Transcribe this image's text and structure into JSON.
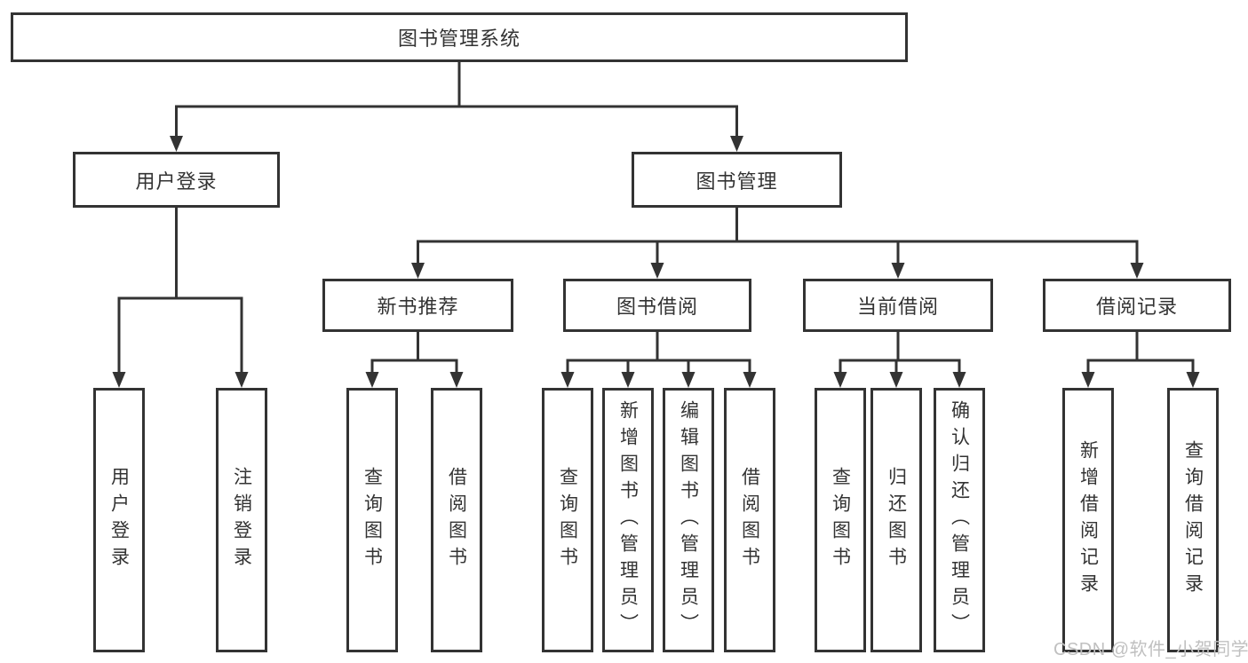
{
  "colors": {
    "line": "#333333",
    "text": "#333333",
    "box_background": "#ffffff",
    "watermark": "#c0c0c0"
  },
  "nodes": {
    "root": {
      "label": "图书管理系统"
    },
    "user_login": {
      "label": "用户登录"
    },
    "book_management": {
      "label": "图书管理"
    },
    "new_book_recommend": {
      "label": "新书推荐"
    },
    "book_borrowing": {
      "label": "图书借阅"
    },
    "current_borrowing": {
      "label": "当前借阅"
    },
    "borrowing_records": {
      "label": "借阅记录"
    },
    "leaf_user_login": {
      "label": "用户登录"
    },
    "leaf_logout": {
      "label": "注销登录"
    },
    "leaf_query_books_recommend": {
      "label": "查询图书"
    },
    "leaf_borrow_books_recommend": {
      "label": "借阅图书"
    },
    "leaf_query_books_borrowing": {
      "label": "查询图书"
    },
    "leaf_add_books_admin": {
      "label": "新增图书（管理员）"
    },
    "leaf_edit_books_admin": {
      "label": "编辑图书（管理员）"
    },
    "leaf_borrow_books_borrowing": {
      "label": "借阅图书"
    },
    "leaf_query_books_current": {
      "label": "查询图书"
    },
    "leaf_return_books": {
      "label": "归还图书"
    },
    "leaf_confirm_return_admin": {
      "label": "确认归还（管理员）"
    },
    "leaf_add_borrow_record": {
      "label": "新增借阅记录"
    },
    "leaf_query_borrow_record": {
      "label": "查询借阅记录"
    }
  },
  "watermark": {
    "text": "CSDN @软件_小贺同学"
  }
}
